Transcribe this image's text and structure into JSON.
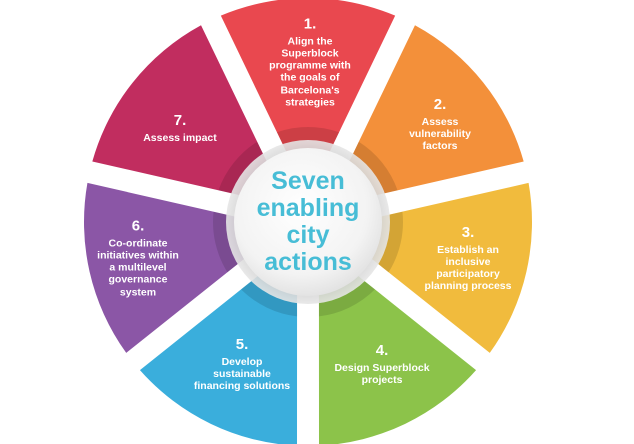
{
  "center": {
    "lines": [
      "Seven",
      "enabling",
      "city",
      "actions"
    ]
  },
  "segments": [
    {
      "number": "1.",
      "lines": [
        "Align the",
        "Superblock",
        "programme with",
        "the goals of",
        "Barcelona's",
        "strategies"
      ],
      "color": "#e9484f"
    },
    {
      "number": "2.",
      "lines": [
        "Assess",
        "vulnerability",
        "factors"
      ],
      "color": "#f3903a"
    },
    {
      "number": "3.",
      "lines": [
        "Establish an",
        "inclusive",
        "participatory",
        "planning process"
      ],
      "color": "#f1bb3d"
    },
    {
      "number": "4.",
      "lines": [
        "Design Superblock",
        "projects"
      ],
      "color": "#8cc34a"
    },
    {
      "number": "5.",
      "lines": [
        "Develop",
        "sustainable",
        "financing solutions"
      ],
      "color": "#3aaedc"
    },
    {
      "number": "6.",
      "lines": [
        "Co-ordinate",
        "initiatives within",
        "a multilevel",
        "governance",
        "system"
      ],
      "color": "#8b56a6"
    },
    {
      "number": "7.",
      "lines": [
        "Assess impact"
      ],
      "color": "#c12d5f"
    }
  ]
}
